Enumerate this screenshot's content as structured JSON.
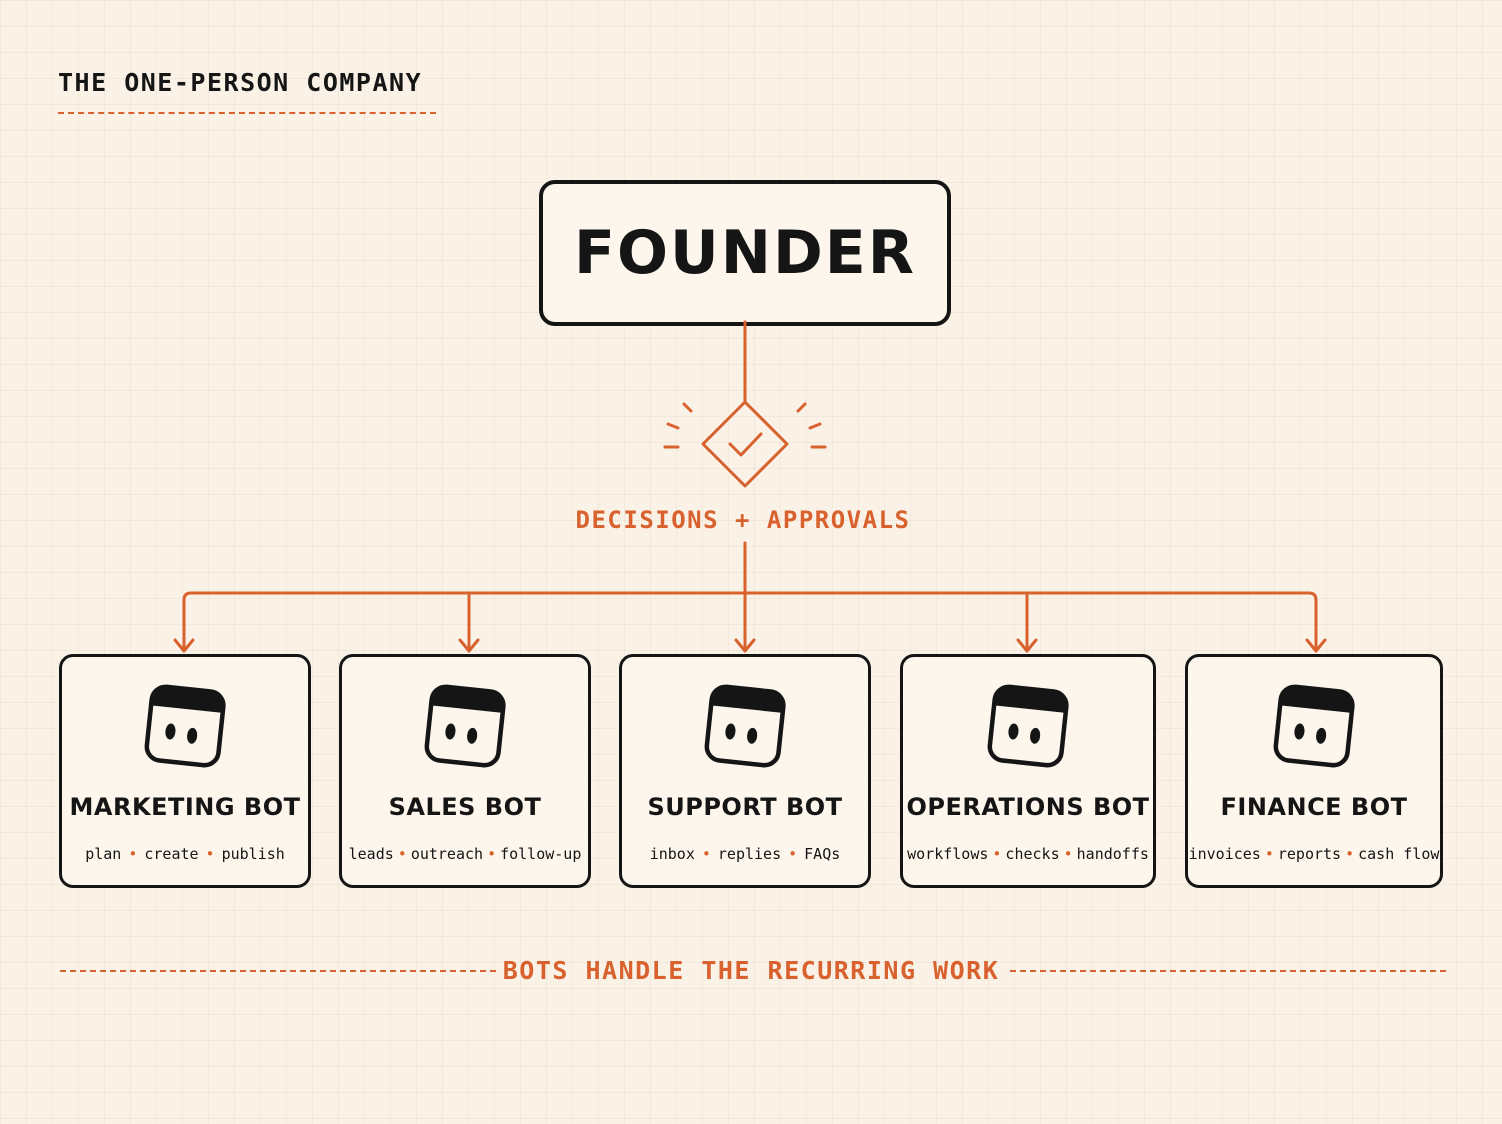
{
  "header": {
    "title": "THE ONE-PERSON COMPANY"
  },
  "founder": {
    "label": "FOUNDER"
  },
  "decision_icon": "check-diamond-icon",
  "decisions": {
    "label": "DECISIONS + APPROVALS"
  },
  "bots": [
    {
      "title": "MARKETING BOT",
      "tasks": [
        "plan",
        "create",
        "publish"
      ]
    },
    {
      "title": "SALES BOT",
      "tasks": [
        "leads",
        "outreach",
        "follow-up"
      ]
    },
    {
      "title": "SUPPORT BOT",
      "tasks": [
        "inbox",
        "replies",
        "FAQs"
      ]
    },
    {
      "title": "OPERATIONS BOT",
      "tasks": [
        "workflows",
        "checks",
        "handoffs"
      ]
    },
    {
      "title": "FINANCE BOT",
      "tasks": [
        "invoices",
        "reports",
        "cash flow"
      ]
    }
  ],
  "bot_icon": "robot-face-icon",
  "footer": {
    "label": "BOTS HANDLE THE RECURRING WORK"
  },
  "colors": {
    "accent": "#d8612e",
    "ink": "#151515",
    "background": "#faf2e6",
    "card": "#fcf6ec"
  }
}
